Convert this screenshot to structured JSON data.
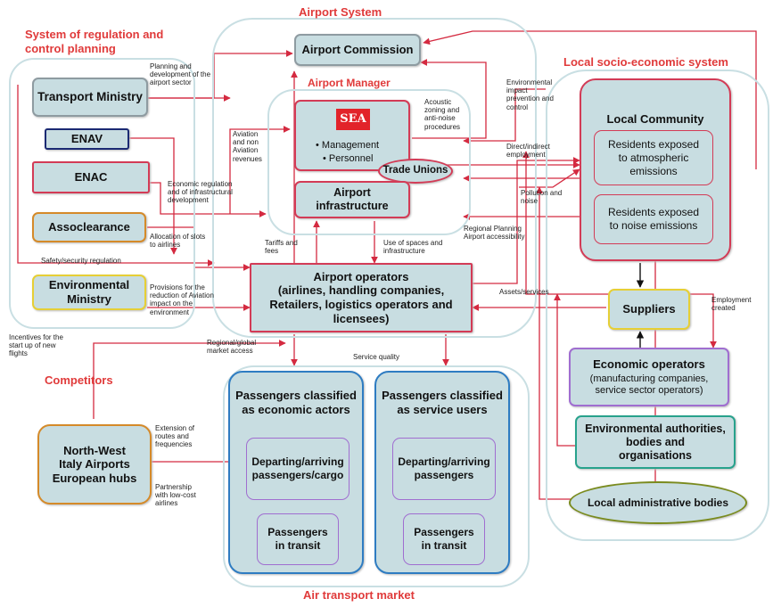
{
  "regions": {
    "airport_system": "Airport System",
    "airport_manager": "Airport Manager",
    "regulation": "System of regulation and\ncontrol planning",
    "local_socio": "Local socio-economic system",
    "competitors": "Competitors",
    "air_transport_market": "Air transport market"
  },
  "nodes": {
    "airport_commission": "Airport Commission",
    "transport_ministry": "Transport Ministry",
    "enav": "ENAV",
    "enac": "ENAC",
    "assoclearance": "Assoclearance",
    "environmental_ministry": "Environmental\nMinistry",
    "sea_logo": "SEA",
    "sea_management": "• Management",
    "sea_personnel": "• Personnel",
    "trade_unions": "Trade Unions",
    "airport_infrastructure": "Airport infrastructure",
    "airport_operators": "Airport operators\n(airlines, handling companies,\nRetailers, logistics operators and\nlicensees)",
    "local_community": "Local Community",
    "residents_atmospheric": "Residents exposed\nto atmospheric\nemissions",
    "residents_noise": "Residents exposed\nto noise emissions",
    "suppliers": "Suppliers",
    "economic_operators_title": "Economic operators",
    "economic_operators_sub": "(manufacturing companies,\nservice sector operators)",
    "environmental_authorities": "Environmental authorities,\nbodies and\norganisations",
    "local_admin": "Local administrative bodies",
    "nw_airports": "North-West\nItaly Airports\nEuropean hubs",
    "pax_economic_title": "Passengers classified\nas economic actors",
    "pax_economic_dep": "Departing/arriving\npassengers/cargo",
    "pax_economic_transit": "Passengers\nin transit",
    "pax_service_title": "Passengers classified\nas service users",
    "pax_service_dep": "Departing/arriving\npassengers",
    "pax_service_transit": "Passengers\nin transit"
  },
  "labels": {
    "planning": "Planning and\ndevelopment of the\nairport sector",
    "aviation_revenues": "Aviation\nand non\nAviation\nrevenues",
    "acoustic": "Acoustic\nzoning and\nanti-noise\nprocedures",
    "env_impact": "Environmental\nimpact\nprevention and\ncontrol",
    "employment": "Direct/indirect\nemployment",
    "pollution": "Pollution and\nnoise",
    "economic_regulation": "Economic regulation\nand of infrastructural\ndevelopment",
    "allocation": "Allocation of slots\nto airlines",
    "safety": "Safety/security regulation",
    "tariffs": "Tariffs and\nfees",
    "use_spaces": "Use of spaces and\ninfrastructure",
    "regional_planning": "Regional Planning\nAirport accessibility",
    "assets": "Assets/services",
    "provisions": "Provisions for the\nreduction of Aviation\nimpact on the\nenvironment",
    "incentives": "Incentives for the\nstart up of new\nflights",
    "market_access": "Regional/global\nmarket access",
    "service_quality": "Service quality",
    "employment_created": "Employment\ncreated",
    "extension": "Extension of\nroutes and\nfrequencies",
    "partnership": "Partnership\nwith low-cost\nairlines"
  },
  "colors": {
    "region_border": "#c9dfe3",
    "box_fill": "#c8dde1",
    "arrow_red": "#d42a40",
    "title_red": "#e03a3a"
  }
}
